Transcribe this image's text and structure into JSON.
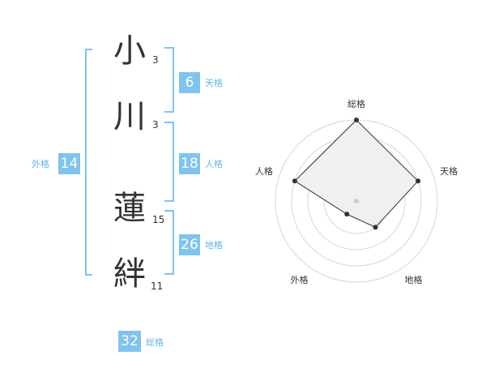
{
  "name": {
    "chars": [
      {
        "kanji": "小",
        "strokes": "3"
      },
      {
        "kanji": "川",
        "strokes": "3"
      },
      {
        "kanji": "蓮",
        "strokes": "15"
      },
      {
        "kanji": "絆",
        "strokes": "11"
      }
    ]
  },
  "kaku": {
    "tenkaku": {
      "label": "天格",
      "value": "6"
    },
    "jinkaku": {
      "label": "人格",
      "value": "18"
    },
    "chikaku": {
      "label": "地格",
      "value": "26"
    },
    "gaikaku": {
      "label": "外格",
      "value": "14"
    },
    "soukaku": {
      "label": "総格",
      "value": "32"
    }
  },
  "colors": {
    "accent": "#7fc4ed",
    "label": "#62b6e6",
    "text": "#333333"
  },
  "chart_data": {
    "type": "radar",
    "axes": [
      "総格",
      "天格",
      "地格",
      "外格",
      "人格"
    ],
    "values": [
      5,
      4,
      2,
      1,
      4
    ],
    "max": 5,
    "grid_rings": 5
  }
}
